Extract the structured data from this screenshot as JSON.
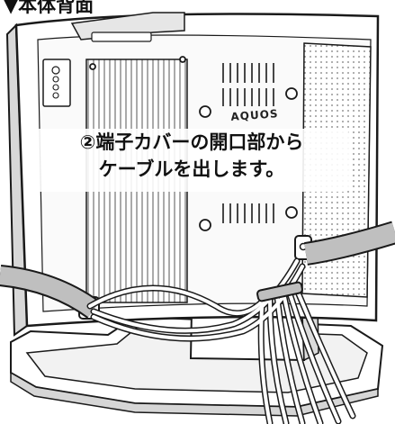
{
  "heading": "▼本体背面",
  "callout": {
    "line1": "②端子カバーの開口部から",
    "line2": "ケーブルを出します。"
  },
  "brand": "AQUOS",
  "colors": {
    "line": "#1a1a1a",
    "panel": "#ffffff",
    "shade": "#e2e2e2",
    "cable_band": "#bfbfbf"
  }
}
